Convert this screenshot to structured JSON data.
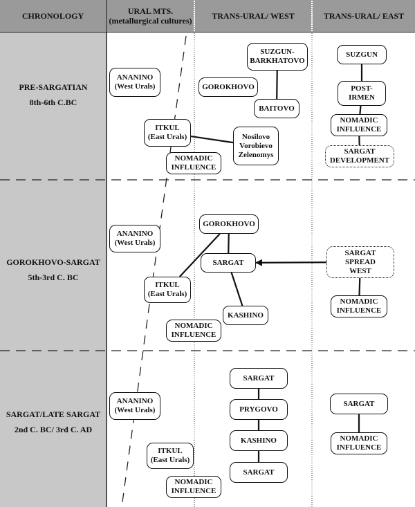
{
  "headers": {
    "chronology": "CHRONOLOGY",
    "ural": [
      "URAL MTS.",
      "(metallurgical cultures)"
    ],
    "trans_west": "TRANS-URAL/ WEST",
    "trans_east": "TRANS-URAL/ EAST"
  },
  "periods": [
    {
      "name": "PRE-SARGATIAN",
      "dates": "8th-6th C.BC"
    },
    {
      "name": "GOROKHOVO-SARGAT",
      "dates": "5th-3rd C. BC"
    },
    {
      "name": "SARGAT/LATE SARGAT",
      "dates": "2nd C. BC/ 3rd C. AD"
    }
  ],
  "nodes": {
    "p1_ananino": [
      "ANANINO",
      "(West Urals)"
    ],
    "p1_itkul": [
      "ITKUL",
      "(East Urals)"
    ],
    "p1_nomadic_ural": [
      "NOMADIC",
      "INFLUENCE"
    ],
    "p1_gorokhovo": [
      "GOROKHOVO"
    ],
    "p1_suzgun_barkhatovo": [
      "SUZGUN-",
      "BARKHATOVO"
    ],
    "p1_baitovo": [
      "BAITOVO"
    ],
    "p1_nosilovo": [
      "Nosilovo",
      "Vorobievo",
      "Zelenomys"
    ],
    "p1_suzgun": [
      "SUZGUN"
    ],
    "p1_post_irmen": [
      "POST-",
      "IRMEN"
    ],
    "p1_nomadic_east": [
      "NOMADIC",
      "INFLUENCE"
    ],
    "p1_sargat_dev": [
      "SARGAT",
      "DEVELOPMENT"
    ],
    "p2_ananino": [
      "ANANINO",
      "(West Urals)"
    ],
    "p2_itkul": [
      "ITKUL",
      "(East Urals)"
    ],
    "p2_nomadic_ural": [
      "NOMADIC",
      "INFLUENCE"
    ],
    "p2_gorokhovo": [
      "GOROKHOVO"
    ],
    "p2_sargat": [
      "SARGAT"
    ],
    "p2_kashino": [
      "KASHINO"
    ],
    "p2_spread": [
      "SARGAT",
      "SPREAD",
      "WEST"
    ],
    "p2_nomadic_east": [
      "NOMADIC",
      "INFLUENCE"
    ],
    "p3_ananino": [
      "ANANINO",
      "(West Urals)"
    ],
    "p3_itkul": [
      "ITKUL",
      "(East Urals)"
    ],
    "p3_nomadic_ural": [
      "NOMADIC",
      "INFLUENCE"
    ],
    "p3_sargat1": [
      "SARGAT"
    ],
    "p3_prygovo": [
      "PRYGOVO"
    ],
    "p3_kashino": [
      "KASHINO"
    ],
    "p3_sargat2": [
      "SARGAT"
    ],
    "p3_sargat_east": [
      "SARGAT"
    ],
    "p3_nomadic_east": [
      "NOMADIC",
      "INFLUENCE"
    ]
  },
  "connections": [
    [
      "p1_suzgun_barkhatovo",
      "p1_baitovo"
    ],
    [
      "p1_itkul",
      "p1_nosilovo"
    ],
    [
      "p1_suzgun",
      "p1_post_irmen"
    ],
    [
      "p1_post_irmen",
      "p1_nomadic_east"
    ],
    [
      "p1_nomadic_east",
      "p1_sargat_dev"
    ],
    [
      "p2_gorokhovo",
      "p2_sargat"
    ],
    [
      "p2_itkul",
      "p2_gorokhovo"
    ],
    [
      "p2_sargat",
      "p2_kashino"
    ],
    [
      "p2_spread",
      "p2_sargat"
    ],
    [
      "p2_spread",
      "p2_nomadic_east"
    ],
    [
      "p3_sargat1",
      "p3_prygovo"
    ],
    [
      "p3_prygovo",
      "p3_kashino"
    ],
    [
      "p3_kashino",
      "p3_sargat2"
    ],
    [
      "p3_sargat_east",
      "p3_nomadic_east"
    ]
  ]
}
